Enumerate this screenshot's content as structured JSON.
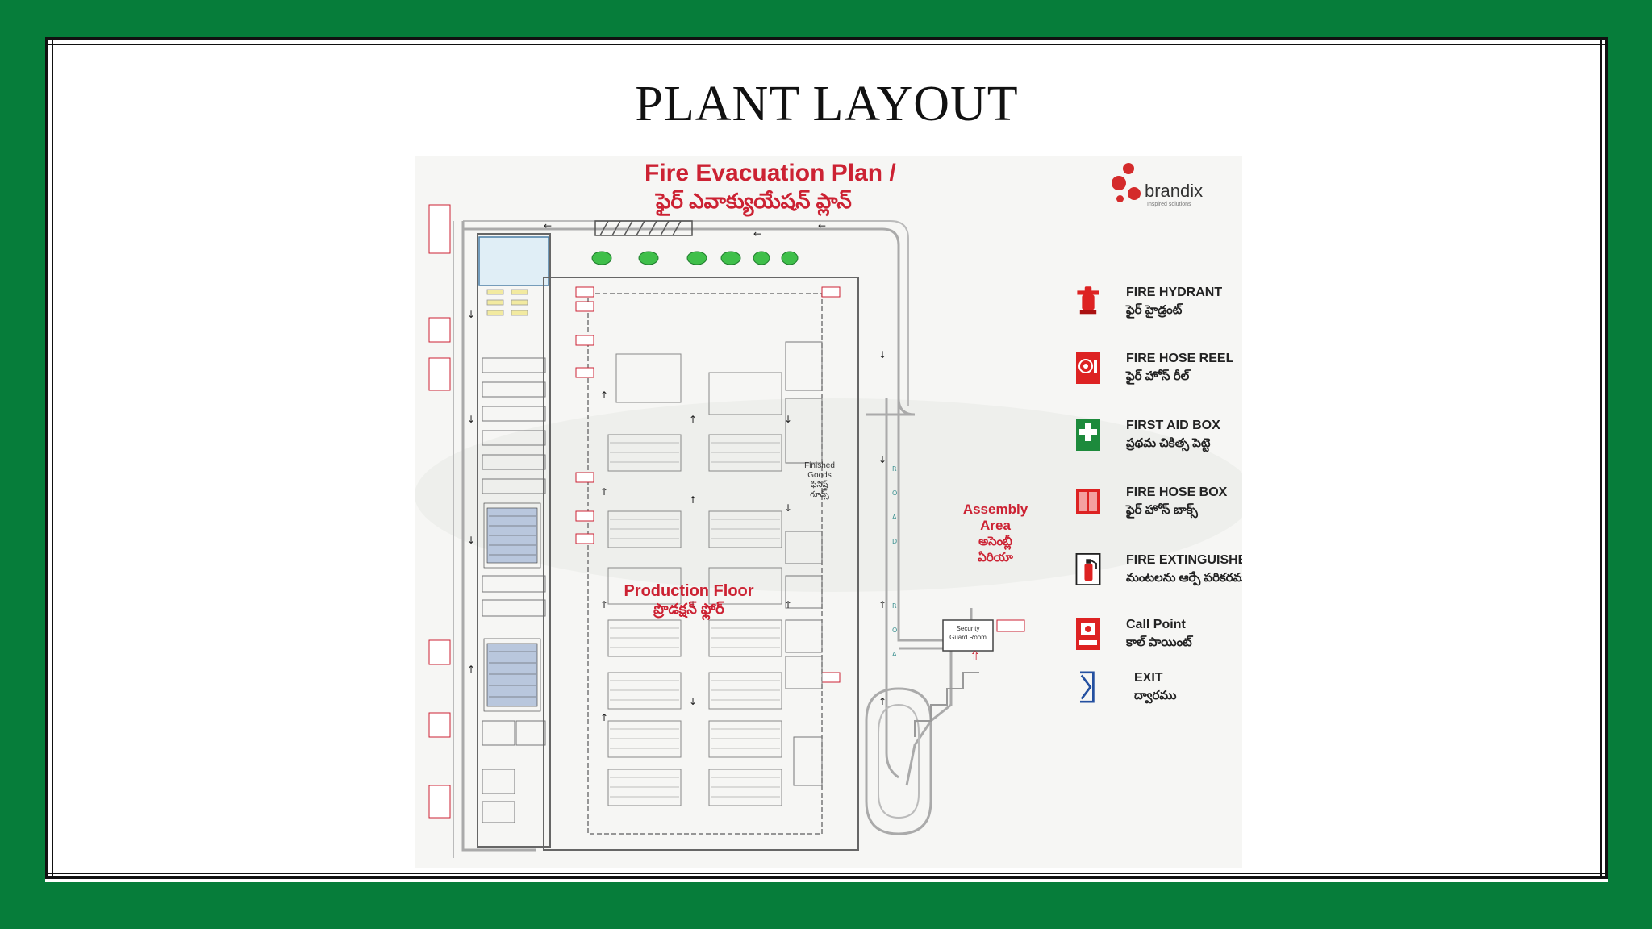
{
  "slide": {
    "title": "PLANT LAYOUT"
  },
  "plan": {
    "title_en": "Fire Evacuation Plan /",
    "title_te": "ఫైర్ ఎవాక్యుయేషన్ ప్లాన్",
    "brand": {
      "name": "brandix",
      "tagline": "Inspired solutions"
    },
    "areas": {
      "production_floor_en": "Production Floor",
      "production_floor_te": "ప్రొడక్షన్ ఫ్లోర్",
      "assembly_en_1": "Assembly",
      "assembly_en_2": "Area",
      "assembly_te_1": "అసెంబ్లీ",
      "assembly_te_2": "ఏరియా",
      "finished_goods_1": "Finished",
      "finished_goods_2": "Goods",
      "finished_goods_te_1": "ఫినిష్డ్",
      "finished_goods_te_2": "గూడ్స్",
      "security_1": "Security",
      "security_2": "Guard Room"
    },
    "legend": [
      {
        "icon": "fire-hydrant-icon",
        "label_en": "FIRE HYDRANT",
        "label_te": "ఫైర్ హైడ్రంట్"
      },
      {
        "icon": "fire-hose-reel-icon",
        "label_en": "FIRE HOSE REEL",
        "label_te": "ఫైర్ హోస్ రీల్"
      },
      {
        "icon": "first-aid-box-icon",
        "label_en": "FIRST AID BOX",
        "label_te": "ప్రథమ చికిత్స పెట్టె"
      },
      {
        "icon": "fire-hose-box-icon",
        "label_en": "FIRE HOSE BOX",
        "label_te": "ఫైర్ హోస్ బాక్స్"
      },
      {
        "icon": "fire-extinguisher-icon",
        "label_en": "FIRE EXTINGUISHER",
        "label_te": "మంటలను ఆర్పే పరికరము"
      },
      {
        "icon": "call-point-icon",
        "label_en": "Call Point",
        "label_te": "కాల్ పాయింట్"
      },
      {
        "icon": "exit-icon",
        "label_en": "EXIT",
        "label_te": "ద్వారము"
      }
    ],
    "colors": {
      "accent_red": "#cc2233",
      "frame_green": "#067d3a",
      "exit_blue": "#2450a0",
      "first_aid_green": "#1d8a3c"
    }
  }
}
